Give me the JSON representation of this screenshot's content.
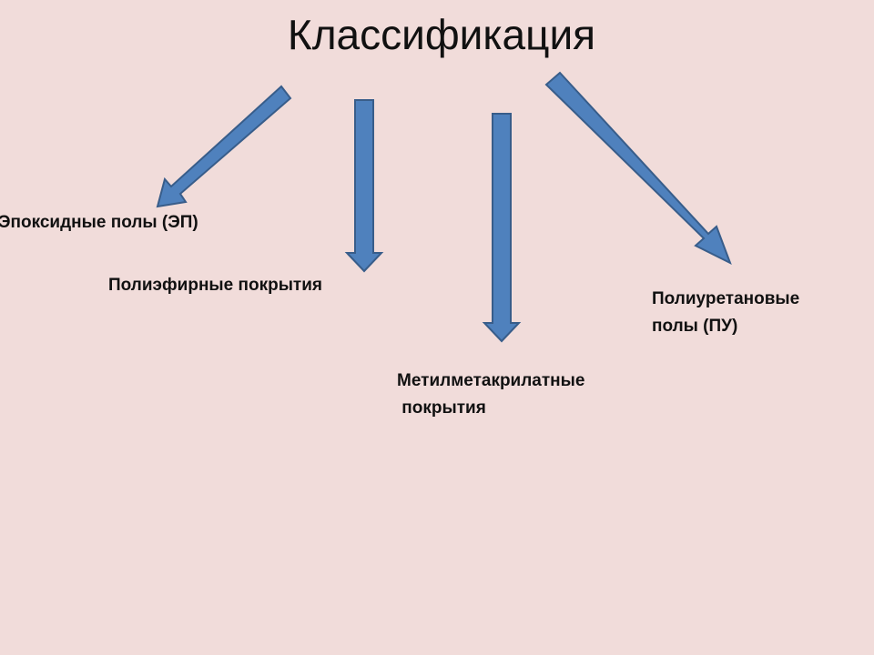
{
  "slide": {
    "title": "Классификация",
    "categories": [
      {
        "id": "epoxy",
        "label": "Эпоксидные полы (ЭП)"
      },
      {
        "id": "polyester",
        "label": "Полиэфирные покрытия"
      },
      {
        "id": "mma",
        "label": "Метилметакрилатные\n покрытия"
      },
      {
        "id": "polyurethane",
        "label": "Полиуретановые\nполы (ПУ)"
      }
    ],
    "colors": {
      "background": "#f1dcda",
      "arrow_fill": "#4f81bd",
      "arrow_stroke": "#385d8a",
      "text": "#111111"
    }
  }
}
